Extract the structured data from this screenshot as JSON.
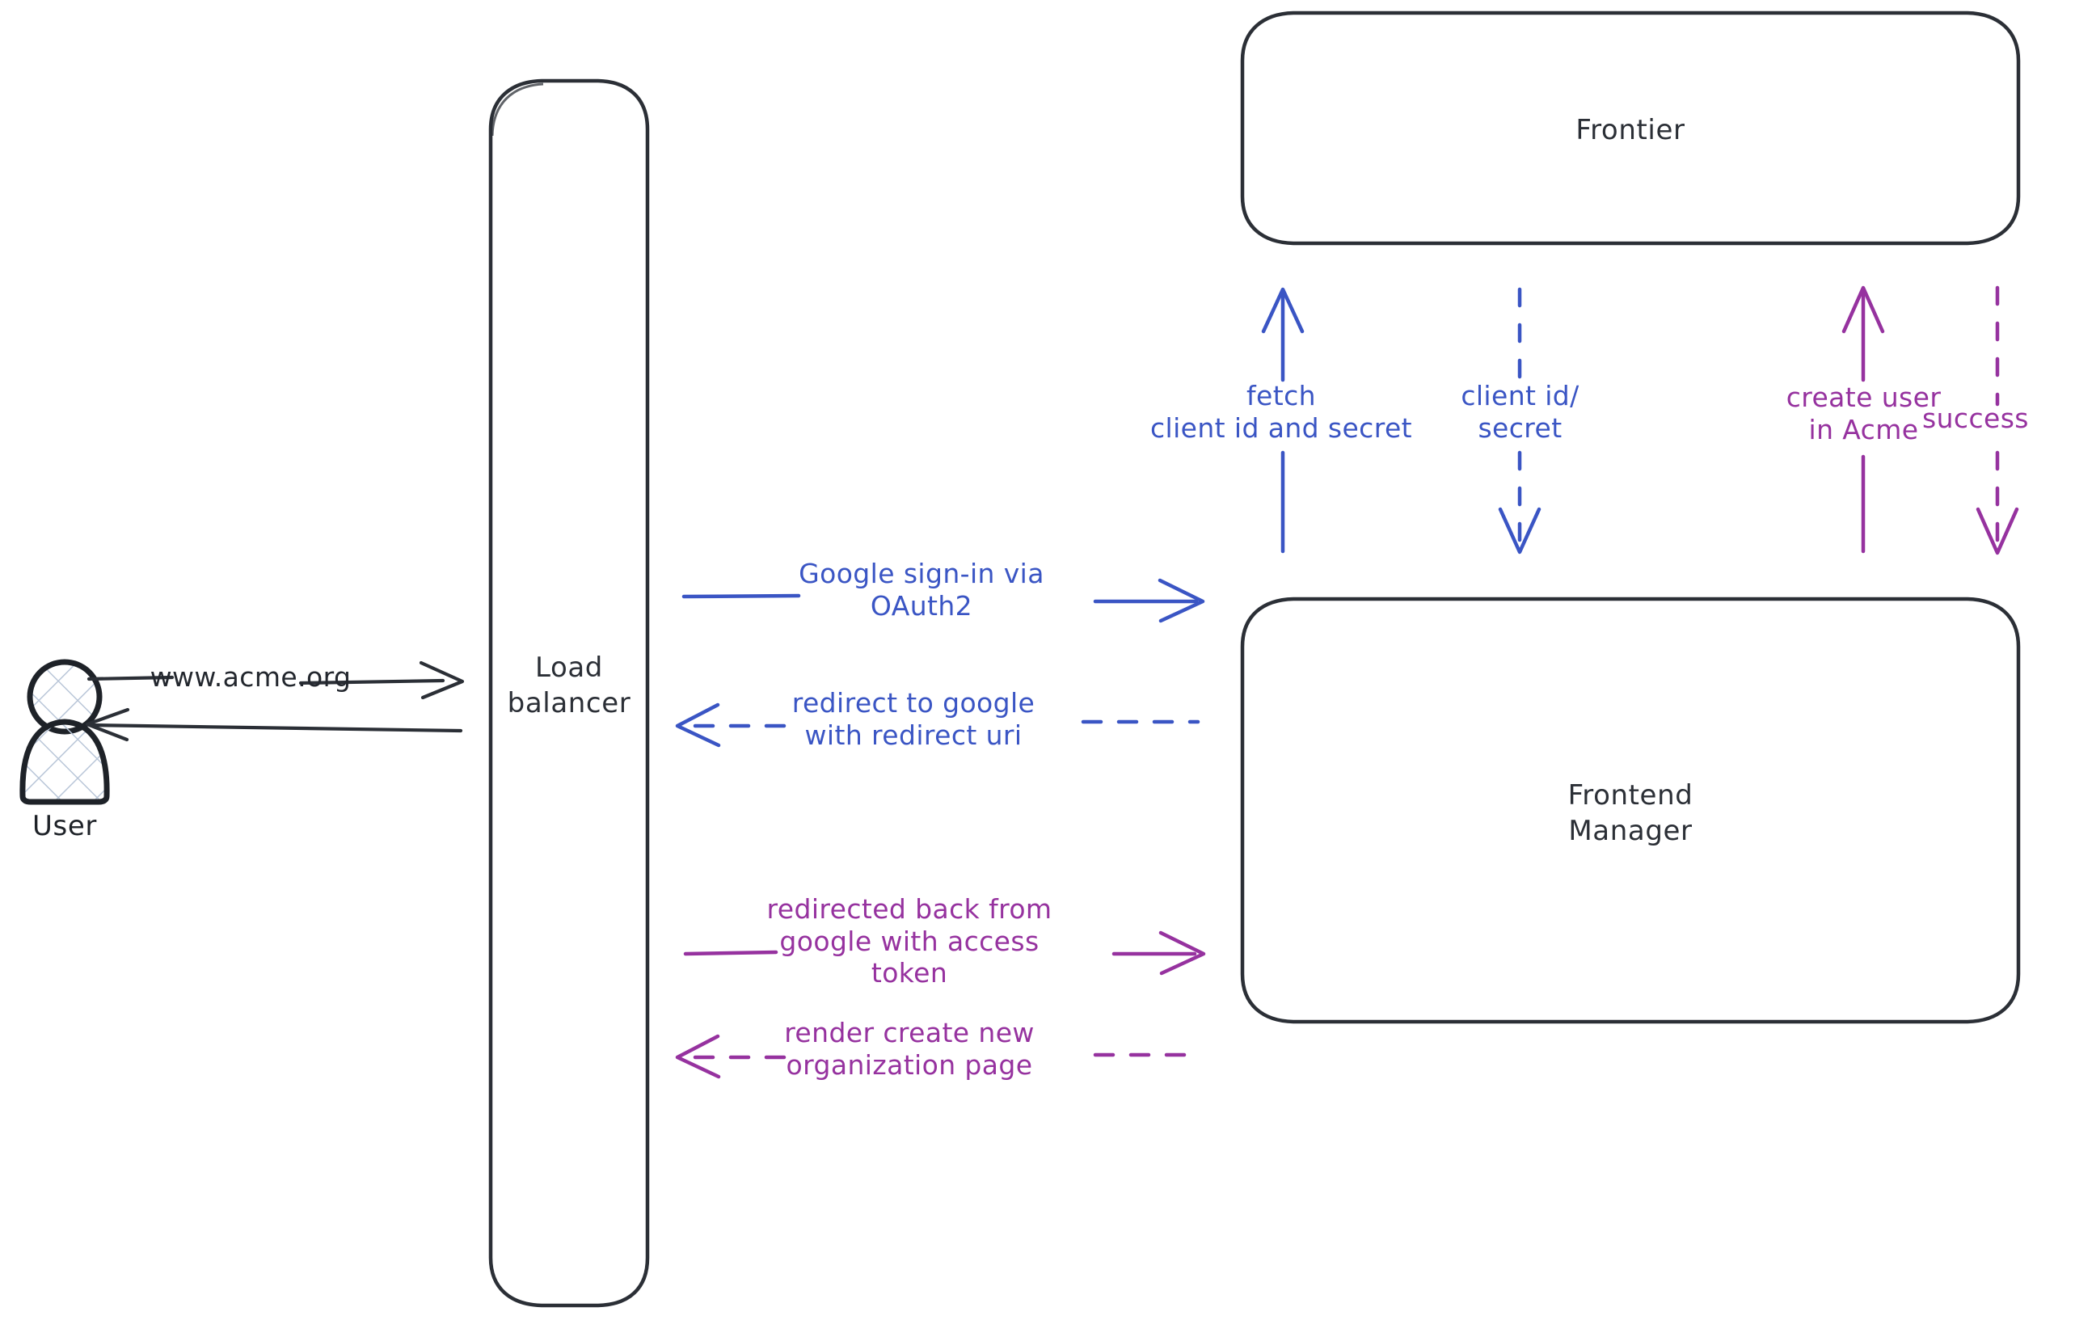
{
  "diagram": {
    "title": "Google OAuth2 sign-in flow",
    "style": "hand-drawn sketch",
    "colors": {
      "stroke_dark": "#2b2f36",
      "blue": "#3a55c4",
      "purple": "#96329f",
      "background": "#ffffff"
    },
    "actors": [
      {
        "id": "user",
        "name": "user-actor",
        "label": "User",
        "shape": "person-icon"
      }
    ],
    "nodes": [
      {
        "id": "load-balancer",
        "name": "load-balancer-node",
        "label": "Load\nbalancer",
        "shape": "rounded-rect-tall"
      },
      {
        "id": "frontier",
        "name": "frontier-node",
        "label": "Frontier",
        "shape": "rounded-rect"
      },
      {
        "id": "frontend-manager",
        "name": "frontend-manager-node",
        "label": "Frontend\nManager",
        "shape": "rounded-rect"
      }
    ],
    "edges": [
      {
        "id": "user-to-lb",
        "name": "edge-user-to-load-balancer",
        "label": "www.acme.org",
        "color": "#23272e",
        "line": "solid",
        "direction": "right",
        "from": "user",
        "to": "load-balancer"
      },
      {
        "id": "lb-to-user",
        "name": "edge-load-balancer-to-user",
        "label": "",
        "color": "#23272e",
        "line": "solid",
        "direction": "left",
        "from": "load-balancer",
        "to": "user"
      },
      {
        "id": "lb-to-fm-signin",
        "name": "edge-google-signin",
        "label": "Google sign-in via\nOAuth2",
        "color": "#3a55c4",
        "line": "solid",
        "direction": "right",
        "from": "load-balancer",
        "to": "frontend-manager"
      },
      {
        "id": "fm-to-lb-redirect",
        "name": "edge-redirect-to-google",
        "label": "redirect to google\nwith redirect uri",
        "color": "#3a55c4",
        "line": "dashed",
        "direction": "left",
        "from": "frontend-manager",
        "to": "load-balancer"
      },
      {
        "id": "fm-to-frontier-fetch",
        "name": "edge-fetch-client-id-and-secret",
        "label": "fetch\nclient id and secret",
        "color": "#3a55c4",
        "line": "solid",
        "direction": "up",
        "from": "frontend-manager",
        "to": "frontier"
      },
      {
        "id": "frontier-to-fm-creds",
        "name": "edge-client-id-secret",
        "label": "client id/\nsecret",
        "color": "#3a55c4",
        "line": "dashed",
        "direction": "down",
        "from": "frontier",
        "to": "frontend-manager"
      },
      {
        "id": "lb-to-fm-token",
        "name": "edge-redirected-back-with-token",
        "label": "redirected back from\ngoogle with access\ntoken",
        "color": "#96329f",
        "line": "solid",
        "direction": "right",
        "from": "load-balancer",
        "to": "frontend-manager"
      },
      {
        "id": "fm-to-lb-render",
        "name": "edge-render-create-organization",
        "label": "render create new\norganization page",
        "color": "#96329f",
        "line": "dashed",
        "direction": "left",
        "from": "frontend-manager",
        "to": "load-balancer"
      },
      {
        "id": "fm-to-frontier-create",
        "name": "edge-create-user-in-acme",
        "label": "create user\nin Acme",
        "color": "#96329f",
        "line": "solid",
        "direction": "up",
        "from": "frontend-manager",
        "to": "frontier"
      },
      {
        "id": "frontier-to-fm-success",
        "name": "edge-success",
        "label": "success",
        "color": "#96329f",
        "line": "dashed",
        "direction": "down",
        "from": "frontier",
        "to": "frontend-manager"
      }
    ]
  }
}
